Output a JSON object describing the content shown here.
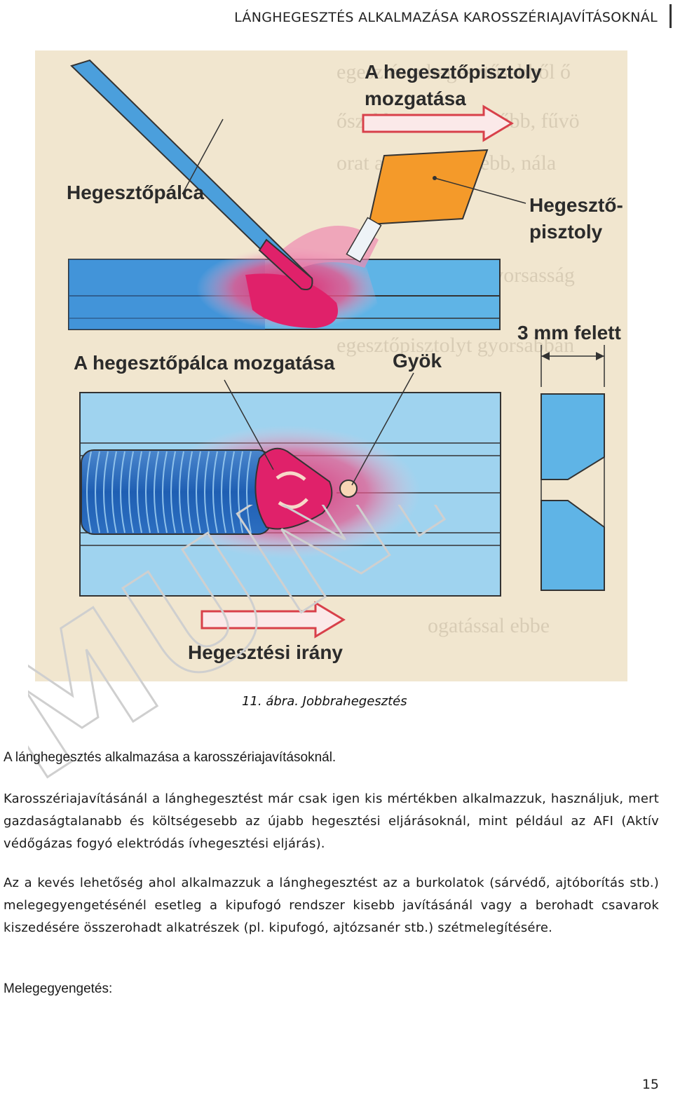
{
  "header": {
    "title": "LÁNGHEGESZTÉS ALKALMAZÁSA KAROSSZÉRIAJAVÍTÁSOKNÁL"
  },
  "figure": {
    "labels": {
      "torch_movement_line1": "A hegesztőpisztoly",
      "torch_movement_line2": "mozgatása",
      "rod": "Hegesztőpálca",
      "torch_line1": "Hegesztő-",
      "torch_line2": "pisztoly",
      "thickness": "3 mm felett",
      "rod_movement": "A hegesztőpálca mozgatása",
      "root": "Gyök",
      "direction": "Hegesztési irány"
    },
    "caption": "11. ábra. Jobbrahegesztés"
  },
  "watermark": {
    "text": "MUNKA"
  },
  "section_heading": "A lánghegesztés alkalmazása a karosszériajavításoknál.",
  "paragraphs": [
    "Karosszériajavításánál a lánghegesztést már csak igen kis mértékben alkalmazzuk, használjuk, mert gazdaságtalanabb és költségesebb az újabb hegesztési eljárásoknál, mint például az AFI (Aktív védőgázas fogyó elektródás ívhegesztési eljárás).",
    "Az a kevés lehetőség ahol alkalmazzuk a lánghegesztést az a burkolatok (sárvédő, ajtóborítás stb.) melegegyengetésénél esetleg a kipufogó rendszer kisebb javításánál vagy a berohadt csavarok kiszedésére összerohadt alkatrészek (pl. kipufogó, ajtózsanér stb.) szétmelegítésére."
  ],
  "sub_heading": "Melegegyengetés:",
  "page_number": "15"
}
